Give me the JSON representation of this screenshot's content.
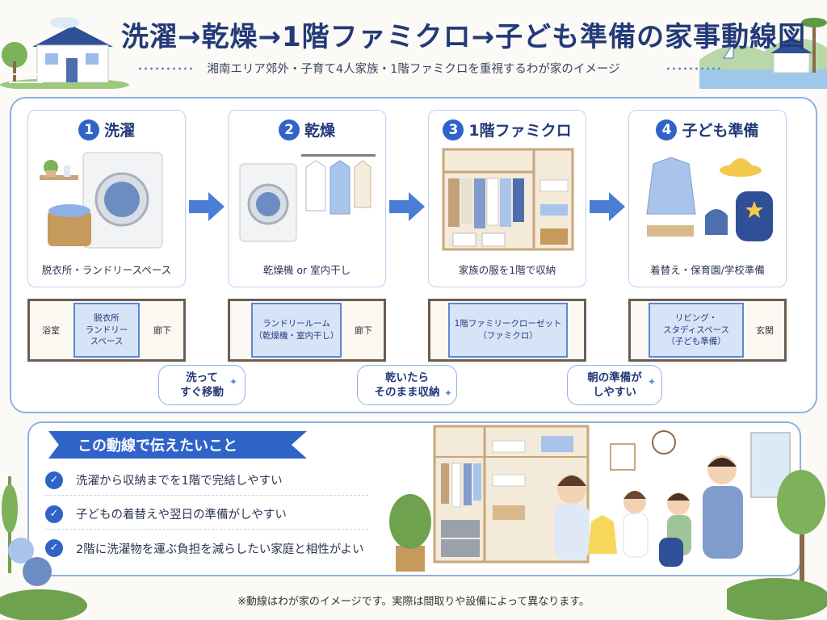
{
  "header": {
    "title": "洗濯→乾燥→1階ファミクロ→子ども準備の家事動線図",
    "subtitle": "湘南エリア郊外・子育て4人家族・1階ファミクロを重視するわが家のイメージ"
  },
  "steps": [
    {
      "num": "1",
      "title": "洗濯",
      "caption": "脱衣所・ランドリースペース"
    },
    {
      "num": "2",
      "title": "乾燥",
      "caption": "乾燥機 or 室内干し"
    },
    {
      "num": "3",
      "title": "1階ファミクロ",
      "caption": "家族の服を1階で収納"
    },
    {
      "num": "4",
      "title": "子ども準備",
      "caption": "着替え・保育園/学校準備"
    }
  ],
  "plans": [
    {
      "left": "浴室",
      "highlight": "脱衣所\nランドリー\nスペース",
      "right": "廊下"
    },
    {
      "left": "",
      "highlight": "ランドリールーム\n（乾燥機・室内干し）",
      "right": "廊下"
    },
    {
      "left": "",
      "highlight": "1階ファミリークローゼット\n（ファミクロ）",
      "right": ""
    },
    {
      "left": "",
      "highlight": "リビング・\nスタディスペース\n（子ども準備）",
      "right": "玄関"
    }
  ],
  "bubbles": [
    "洗って\nすぐ移動",
    "乾いたら\nそのまま収納",
    "朝の準備が\nしやすい"
  ],
  "points": {
    "heading": "この動線で伝えたいこと",
    "items": [
      "洗濯から収納までを1階で完結しやすい",
      "子どもの着替えや翌日の準備がしやすい",
      "2階に洗濯物を運ぶ負担を減らしたい家庭と相性がよい"
    ]
  },
  "footnote": "※動線はわが家のイメージです。実際は間取りや設備によって異なります。",
  "colors": {
    "accent": "#2f63c8",
    "title": "#233a78",
    "frame": "#8fb0e6",
    "highlight": "#d7e4f8"
  }
}
